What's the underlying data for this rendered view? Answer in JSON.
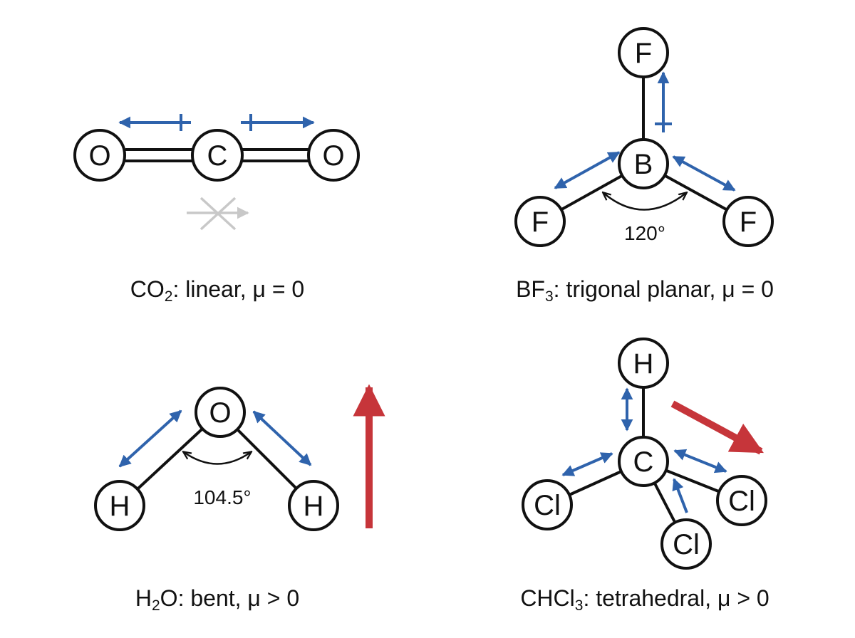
{
  "colors": {
    "bond": "#111111",
    "bond_dipole": "#2f63ac",
    "net_dipole": "#c6353a",
    "zero_net": "#c8c8c8"
  },
  "panels": {
    "co2": {
      "atoms": [
        "O",
        "C",
        "O"
      ],
      "caption": {
        "formula": "CO",
        "sub": "2",
        "rest": ": linear, μ = 0"
      }
    },
    "bf3": {
      "atoms": [
        "F",
        "B",
        "F",
        "F"
      ],
      "angle": "120°",
      "caption": {
        "formula": "BF",
        "sub": "3",
        "rest": ": trigonal planar, μ = 0"
      }
    },
    "h2o": {
      "atoms": [
        "O",
        "H",
        "H"
      ],
      "angle": "104.5°",
      "caption": {
        "formula": "H",
        "sub": "2",
        "rest": "O: bent, μ > 0"
      }
    },
    "chcl3": {
      "atoms": [
        "H",
        "C",
        "Cl",
        "Cl",
        "Cl"
      ],
      "caption": {
        "formula": "CHCl",
        "sub": "3",
        "rest": ": tetrahedral, μ > 0"
      }
    }
  }
}
